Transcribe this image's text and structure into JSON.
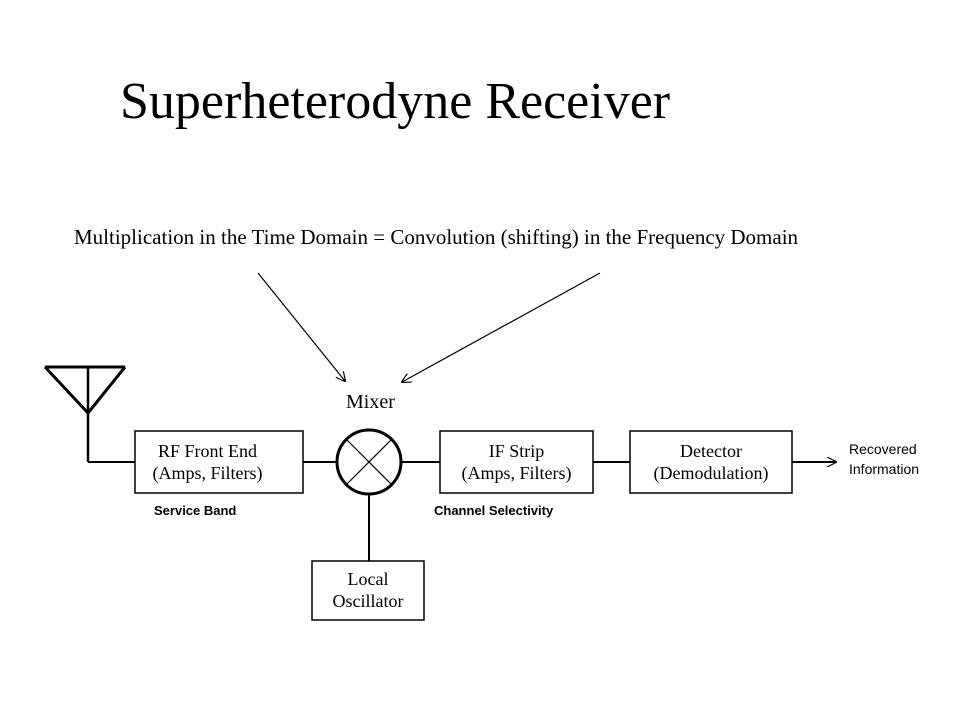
{
  "title": "Superheterodyne Receiver",
  "subtitle": "Multiplication in the Time Domain = Convolution (shifting) in the Frequency Domain",
  "blocks": {
    "rf_front_end": {
      "line1": "RF Front End",
      "line2": "(Amps, Filters)",
      "note": "Service Band"
    },
    "mixer": {
      "label": "Mixer"
    },
    "if_strip": {
      "line1": "IF Strip",
      "line2": "(Amps, Filters)",
      "note": "Channel Selectivity"
    },
    "detector": {
      "line1": "Detector",
      "line2": "(Demodulation)"
    },
    "local_oscillator": {
      "line1": "Local",
      "line2": "Oscillator"
    },
    "output": {
      "line1": "Recovered",
      "line2": "Information"
    }
  }
}
